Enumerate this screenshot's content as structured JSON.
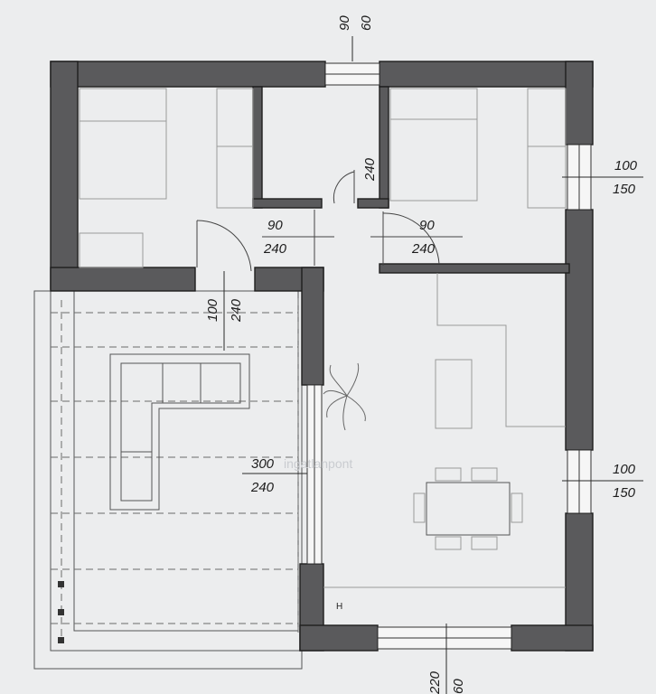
{
  "openings": {
    "top_window": {
      "a": "90",
      "b": "60"
    },
    "bath_door": {
      "a": "240"
    },
    "left_bed_door": {
      "a": "90",
      "b": "240"
    },
    "right_bed_door": {
      "a": "90",
      "b": "240"
    },
    "hall_door": {
      "a": "100",
      "b": "240"
    },
    "right_window_1": {
      "a": "100",
      "b": "150"
    },
    "right_window_2": {
      "a": "100",
      "b": "150"
    },
    "terrace_opening": {
      "a": "300",
      "b": "240"
    },
    "bottom_door": {
      "a": "220",
      "b": "60"
    }
  },
  "fixture_mark": "H",
  "watermark": "ingatlanpont"
}
